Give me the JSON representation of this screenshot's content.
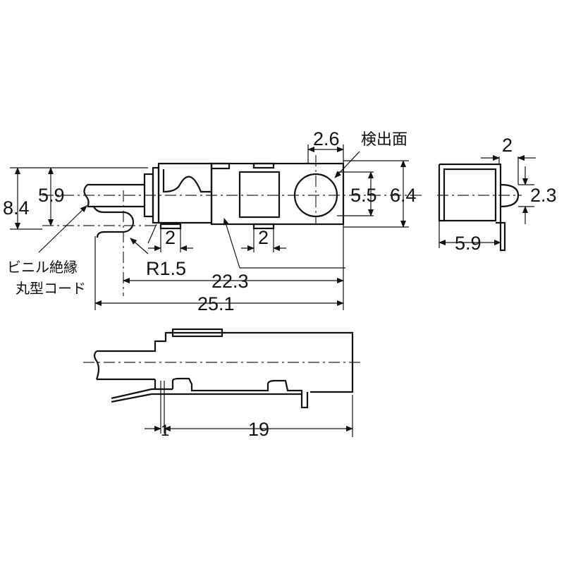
{
  "drawing": {
    "type": "dimensional drawing",
    "units": "mm",
    "labels": {
      "detection_surface": "検出面",
      "cable_line1": "ビニル絶縁",
      "cable_line2": "丸型コード"
    },
    "top_view": {
      "overall_height": "8.4",
      "cable_axis_offset": "5.9",
      "bend_radius": "R1.5",
      "tab_width_left": "2",
      "tab_width_right": "2",
      "length_to_mount": "22.3",
      "overall_length": "25.1",
      "sensing_width": "2.6",
      "sensing_diameter": "5.5",
      "body_height": "6.4"
    },
    "end_view": {
      "protrusion_width": "2",
      "protrusion_height": "2.3",
      "body_depth": "5.9"
    },
    "side_view": {
      "flange_thickness": "1",
      "body_length": "19"
    }
  }
}
